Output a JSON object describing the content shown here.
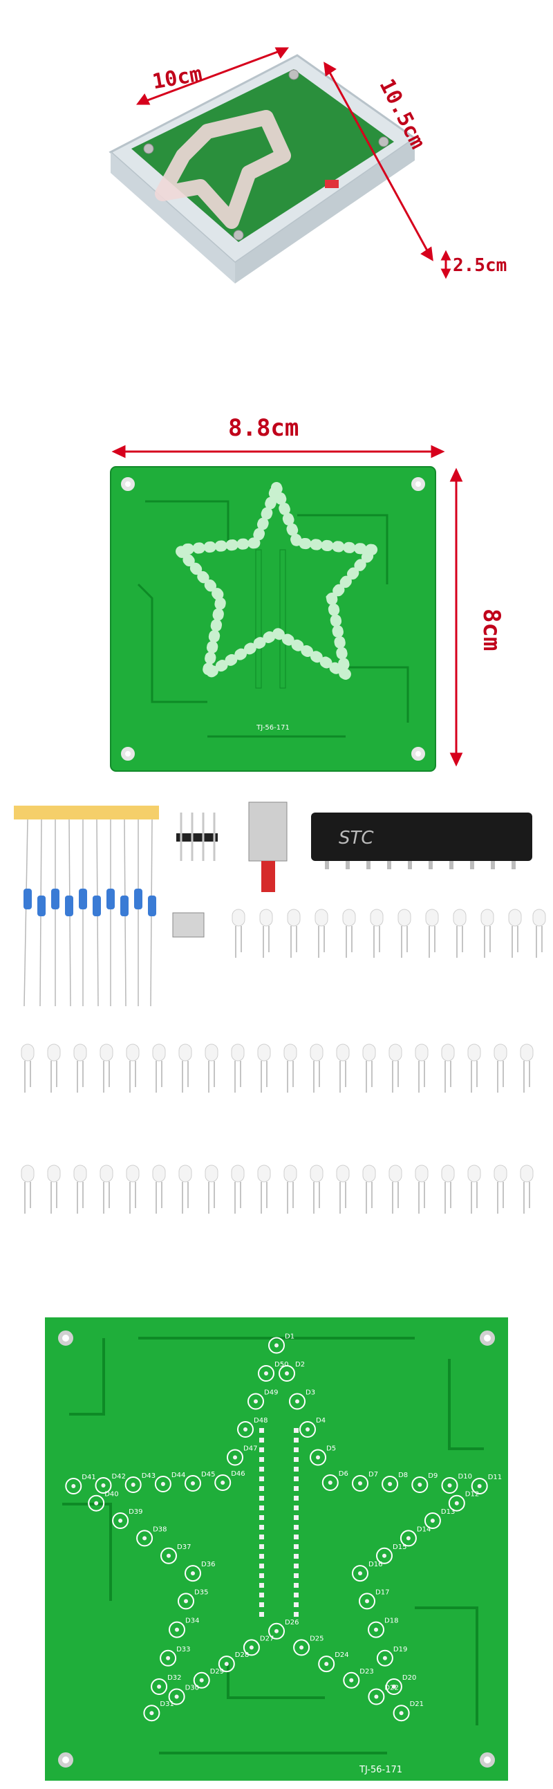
{
  "product_photo": {
    "dim_width": "10cm",
    "dim_depth": "10.5cm",
    "dim_height": "2.5cm"
  },
  "pcb_dimensions": {
    "width": "8.8cm",
    "height": "8cm",
    "board_code": "TJ-56-171"
  },
  "star_leds": [
    "D1",
    "D2",
    "D3",
    "D4",
    "D5",
    "D6",
    "D7",
    "D8",
    "D9",
    "D10",
    "D11",
    "D12",
    "D13",
    "D14",
    "D15",
    "D16",
    "D17",
    "D18",
    "D19",
    "D20",
    "D21",
    "D22",
    "D23",
    "D24",
    "D25",
    "D26",
    "D27",
    "D28",
    "D29",
    "D30",
    "D31",
    "D32",
    "D33",
    "D34",
    "D35",
    "D36",
    "D37",
    "D38",
    "D39",
    "D40",
    "D41",
    "D42",
    "D43",
    "D44",
    "D45",
    "D46",
    "D47",
    "D48",
    "D49",
    "D50"
  ],
  "components": {
    "chip_brand": "STC",
    "led_count": 50,
    "resistor_count": 10
  },
  "colors": {
    "pcb_green": "#1fae3a",
    "pcb_dark": "#0e8a26",
    "dimension_red": "#d6001c",
    "acrylic": "#e9eef2"
  }
}
